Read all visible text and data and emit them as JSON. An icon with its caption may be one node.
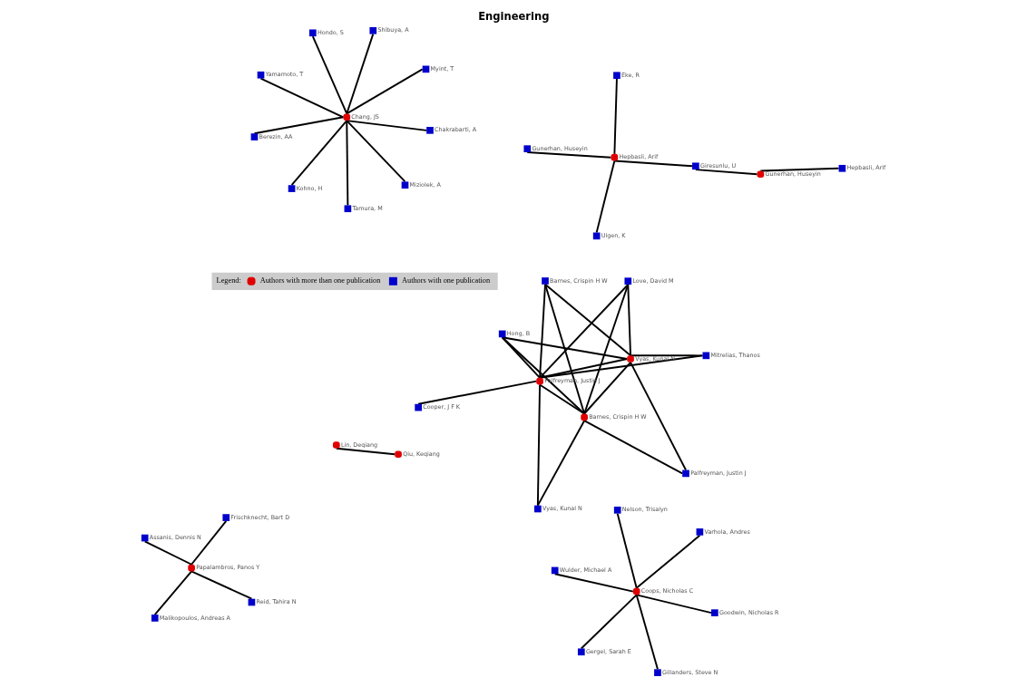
{
  "diagram": {
    "title": "Engineering",
    "nodes": [
      {
        "text": [],
        "shape": "circle",
        "beside": [
          "Palfreyman, Justin J"
        ]
      },
      {
        "text": [],
        "shape": "box",
        "beside": [
          "Mitrelias, Thanos"
        ]
      },
      {
        "text": [],
        "shape": "box",
        "beside": [
          "Vyas, Kunal N"
        ]
      },
      {
        "text": [],
        "shape": "box",
        "beside": [
          "Barnes, Crispin H W"
        ]
      },
      {
        "text": [],
        "shape": "box",
        "beside": [
          "Love, David M"
        ]
      },
      {
        "text": [],
        "shape": "box",
        "beside": [
          "Hong, B"
        ]
      },
      {
        "text": [],
        "shape": "box",
        "beside": [
          "Cooper, J F K"
        ]
      },
      {
        "text": [],
        "shape": "circle",
        "beside": [
          "Vyas, Kunal N"
        ]
      },
      {
        "text": [],
        "shape": "circle",
        "beside": [
          "Barnes, Crispin H W"
        ]
      },
      {
        "text": [],
        "shape": "box",
        "beside": [
          "Palfreyman, Justin J"
        ]
      },
      {
        "text": [],
        "shape": "box",
        "beside": [
          "Yamamoto, T"
        ]
      },
      {
        "text": [],
        "shape": "box",
        "beside": [
          "Myint, T"
        ]
      },
      {
        "text": [],
        "shape": "box",
        "beside": [
          "Tamura, M"
        ]
      },
      {
        "text": [],
        "shape": "box",
        "beside": [
          "Hondo, S"
        ]
      },
      {
        "text": [],
        "shape": "box",
        "beside": [
          "Shibuya, A"
        ]
      },
      {
        "text": [],
        "shape": "circle",
        "beside": [
          "Chang, JS"
        ]
      },
      {
        "text": [],
        "shape": "box",
        "beside": [
          "Berezin, AA"
        ]
      },
      {
        "text": [],
        "shape": "box",
        "beside": [
          "Chakrabarti, A"
        ]
      },
      {
        "text": [],
        "shape": "box",
        "beside": [
          "Kohno, H"
        ]
      },
      {
        "text": [],
        "shape": "box",
        "beside": [
          "Miziolek, A"
        ]
      },
      {
        "text": [],
        "shape": "box",
        "beside": [
          "Wulder, Michael A"
        ]
      },
      {
        "text": [],
        "shape": "box",
        "beside": [
          "Goodwin, Nicholas R"
        ]
      },
      {
        "text": [],
        "shape": "box",
        "beside": [
          "Gillanders, Steve N"
        ]
      },
      {
        "text": [],
        "shape": "box",
        "beside": [
          "Nelson, Trisalyn"
        ]
      },
      {
        "text": [],
        "shape": "box",
        "beside": [
          "Varhola, Andres"
        ]
      },
      {
        "text": [],
        "shape": "circle",
        "beside": [
          "Coops, Nicholas C"
        ]
      },
      {
        "text": [],
        "shape": "box",
        "beside": [
          "Gergel, Sarah E"
        ]
      },
      {
        "text": [],
        "shape": "circle",
        "beside": [
          "Hepbasli, Arif"
        ]
      },
      {
        "text": [],
        "shape": "circle",
        "beside": [
          "Gunerhan, Huseyin"
        ]
      },
      {
        "text": [],
        "shape": "box",
        "beside": [
          "Ulgen, K"
        ]
      },
      {
        "text": [],
        "shape": "box",
        "beside": [
          "Gunerhan, Huseyin"
        ]
      },
      {
        "text": [],
        "shape": "box",
        "beside": [
          "Eke, R"
        ]
      },
      {
        "text": [],
        "shape": "box",
        "beside": [
          "Hepbasli, Arif"
        ]
      },
      {
        "text": [],
        "shape": "box",
        "beside": [
          "Giresunlu, U"
        ]
      },
      {
        "text": [],
        "shape": "circle",
        "beside": [
          "Lin, Deqiang"
        ]
      },
      {
        "text": [],
        "shape": "circle",
        "beside": [
          "Qiu, Keqiang"
        ]
      },
      {
        "text": [],
        "shape": "box",
        "beside": [
          "Malikopoulos, Andreas A"
        ]
      },
      {
        "text": [],
        "shape": "circle",
        "beside": [
          "Papalambros, Panos Y"
        ]
      },
      {
        "text": [],
        "shape": "box",
        "beside": [
          "Reid, Tahira N"
        ]
      },
      {
        "text": [],
        "shape": "box",
        "beside": [
          "Assanis, Dennis N"
        ]
      },
      {
        "text": [],
        "shape": "box",
        "beside": [
          "Frischknecht, Bart D"
        ]
      }
    ],
    "edges": [
      {
        "from": 0,
        "to": 1,
        "arrow": "none"
      },
      {
        "from": 0,
        "to": 3,
        "arrow": "none"
      },
      {
        "from": 0,
        "to": 4,
        "arrow": "none"
      },
      {
        "from": 0,
        "to": 2,
        "arrow": "none"
      },
      {
        "from": 0,
        "to": 5,
        "arrow": "none"
      },
      {
        "from": 0,
        "to": 6,
        "arrow": "none"
      },
      {
        "from": 0,
        "to": 7,
        "arrow": "none"
      },
      {
        "from": 0,
        "to": 8,
        "arrow": "none"
      },
      {
        "from": 1,
        "to": 7,
        "arrow": "none"
      },
      {
        "from": 2,
        "to": 8,
        "arrow": "none"
      },
      {
        "from": 3,
        "to": 8,
        "arrow": "none"
      },
      {
        "from": 3,
        "to": 7,
        "arrow": "none"
      },
      {
        "from": 4,
        "to": 8,
        "arrow": "none"
      },
      {
        "from": 4,
        "to": 7,
        "arrow": "none"
      },
      {
        "from": 5,
        "to": 8,
        "arrow": "none"
      },
      {
        "from": 5,
        "to": 7,
        "arrow": "none"
      },
      {
        "from": 7,
        "to": 8,
        "arrow": "none"
      },
      {
        "from": 7,
        "to": 9,
        "arrow": "none"
      },
      {
        "from": 8,
        "to": 9,
        "arrow": "none"
      },
      {
        "from": 15,
        "to": 10,
        "arrow": "none"
      },
      {
        "from": 15,
        "to": 11,
        "arrow": "none"
      },
      {
        "from": 15,
        "to": 12,
        "arrow": "none"
      },
      {
        "from": 15,
        "to": 13,
        "arrow": "none"
      },
      {
        "from": 15,
        "to": 14,
        "arrow": "none"
      },
      {
        "from": 15,
        "to": 16,
        "arrow": "none"
      },
      {
        "from": 15,
        "to": 17,
        "arrow": "none"
      },
      {
        "from": 15,
        "to": 18,
        "arrow": "none"
      },
      {
        "from": 15,
        "to": 19,
        "arrow": "none"
      },
      {
        "from": 25,
        "to": 20,
        "arrow": "none"
      },
      {
        "from": 25,
        "to": 21,
        "arrow": "none"
      },
      {
        "from": 25,
        "to": 22,
        "arrow": "none"
      },
      {
        "from": 25,
        "to": 23,
        "arrow": "none"
      },
      {
        "from": 25,
        "to": 24,
        "arrow": "none"
      },
      {
        "from": 25,
        "to": 26,
        "arrow": "none"
      },
      {
        "from": 27,
        "to": 29,
        "arrow": "none"
      },
      {
        "from": 27,
        "to": 30,
        "arrow": "none"
      },
      {
        "from": 27,
        "to": 31,
        "arrow": "none"
      },
      {
        "from": 27,
        "to": 33,
        "arrow": "none"
      },
      {
        "from": 28,
        "to": 33,
        "arrow": "none"
      },
      {
        "from": 28,
        "to": 32,
        "arrow": "none"
      },
      {
        "from": 34,
        "to": 35,
        "arrow": "none"
      },
      {
        "from": 37,
        "to": 36,
        "arrow": "none"
      },
      {
        "from": 37,
        "to": 38,
        "arrow": "none"
      },
      {
        "from": 37,
        "to": 39,
        "arrow": "none"
      },
      {
        "from": 37,
        "to": 40,
        "arrow": "none"
      }
    ],
    "labels": [
      "Legend:"
    ],
    "legend": [
      {
        "text": "Authors with more than one publication",
        "color": "#e00000"
      },
      {
        "text": "Authors with one publication",
        "color": "#0000cc"
      }
    ]
  }
}
